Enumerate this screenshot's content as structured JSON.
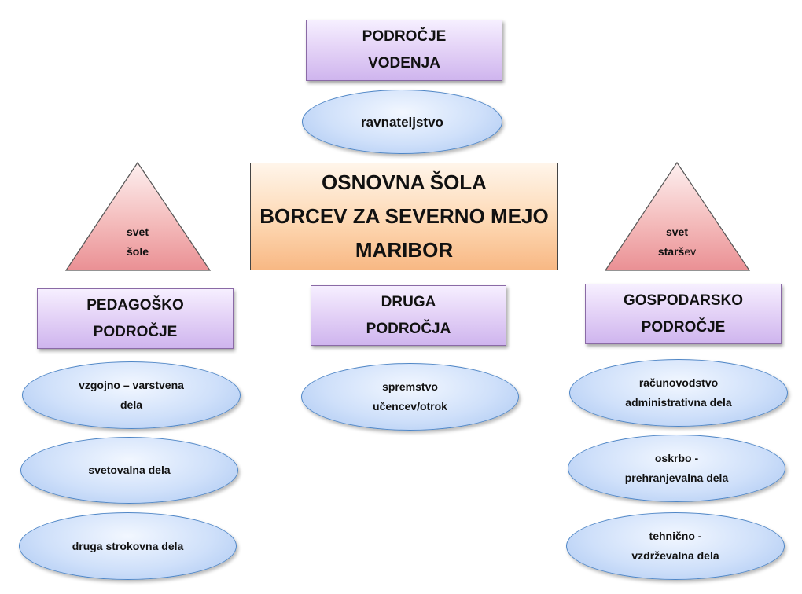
{
  "top": {
    "box": {
      "line1": "PODROČJE",
      "line2": "VODENJA"
    },
    "ellipse": "ravnateljstvo"
  },
  "center": {
    "line1": "OSNOVNA ŠOLA",
    "line2": "BORCEV ZA SEVERNO MEJO",
    "line3": "MARIBOR"
  },
  "left_triangle": {
    "line1": "svet",
    "line2": "šole"
  },
  "right_triangle": {
    "line1": "svet",
    "line2_bold": "starš",
    "line2_light": "ev"
  },
  "left": {
    "box": {
      "line1": "PEDAGOŠKO",
      "line2": "PODROČJE"
    },
    "items": [
      {
        "line1": "vzgojno – varstvena",
        "line2": "dela"
      },
      {
        "line1": "svetovalna dela"
      },
      {
        "line1": "druga strokovna dela"
      }
    ]
  },
  "middle": {
    "box": {
      "line1": "DRUGA",
      "line2": "PODROČJA"
    },
    "items": [
      {
        "line1": "spremstvo",
        "line2": "učencev/otrok"
      }
    ]
  },
  "right": {
    "box": {
      "line1": "GOSPODARSKO",
      "line2": "PODROČJE"
    },
    "items": [
      {
        "line1": "računovodstvo",
        "line2": "administrativna dela"
      },
      {
        "line1": "oskrbo -",
        "line2": "prehranjevalna dela"
      },
      {
        "line1": "tehnično -",
        "line2": "vzdrževalna dela"
      }
    ]
  },
  "colors": {
    "box_fill": "#d9c4f2",
    "box_border": "#8a6aa6",
    "ellipse_fill": "#c3d8f7",
    "ellipse_border": "#4f86c6",
    "center_fill": "#fdd3aa",
    "triangle_fill": "#ee9ea0"
  }
}
